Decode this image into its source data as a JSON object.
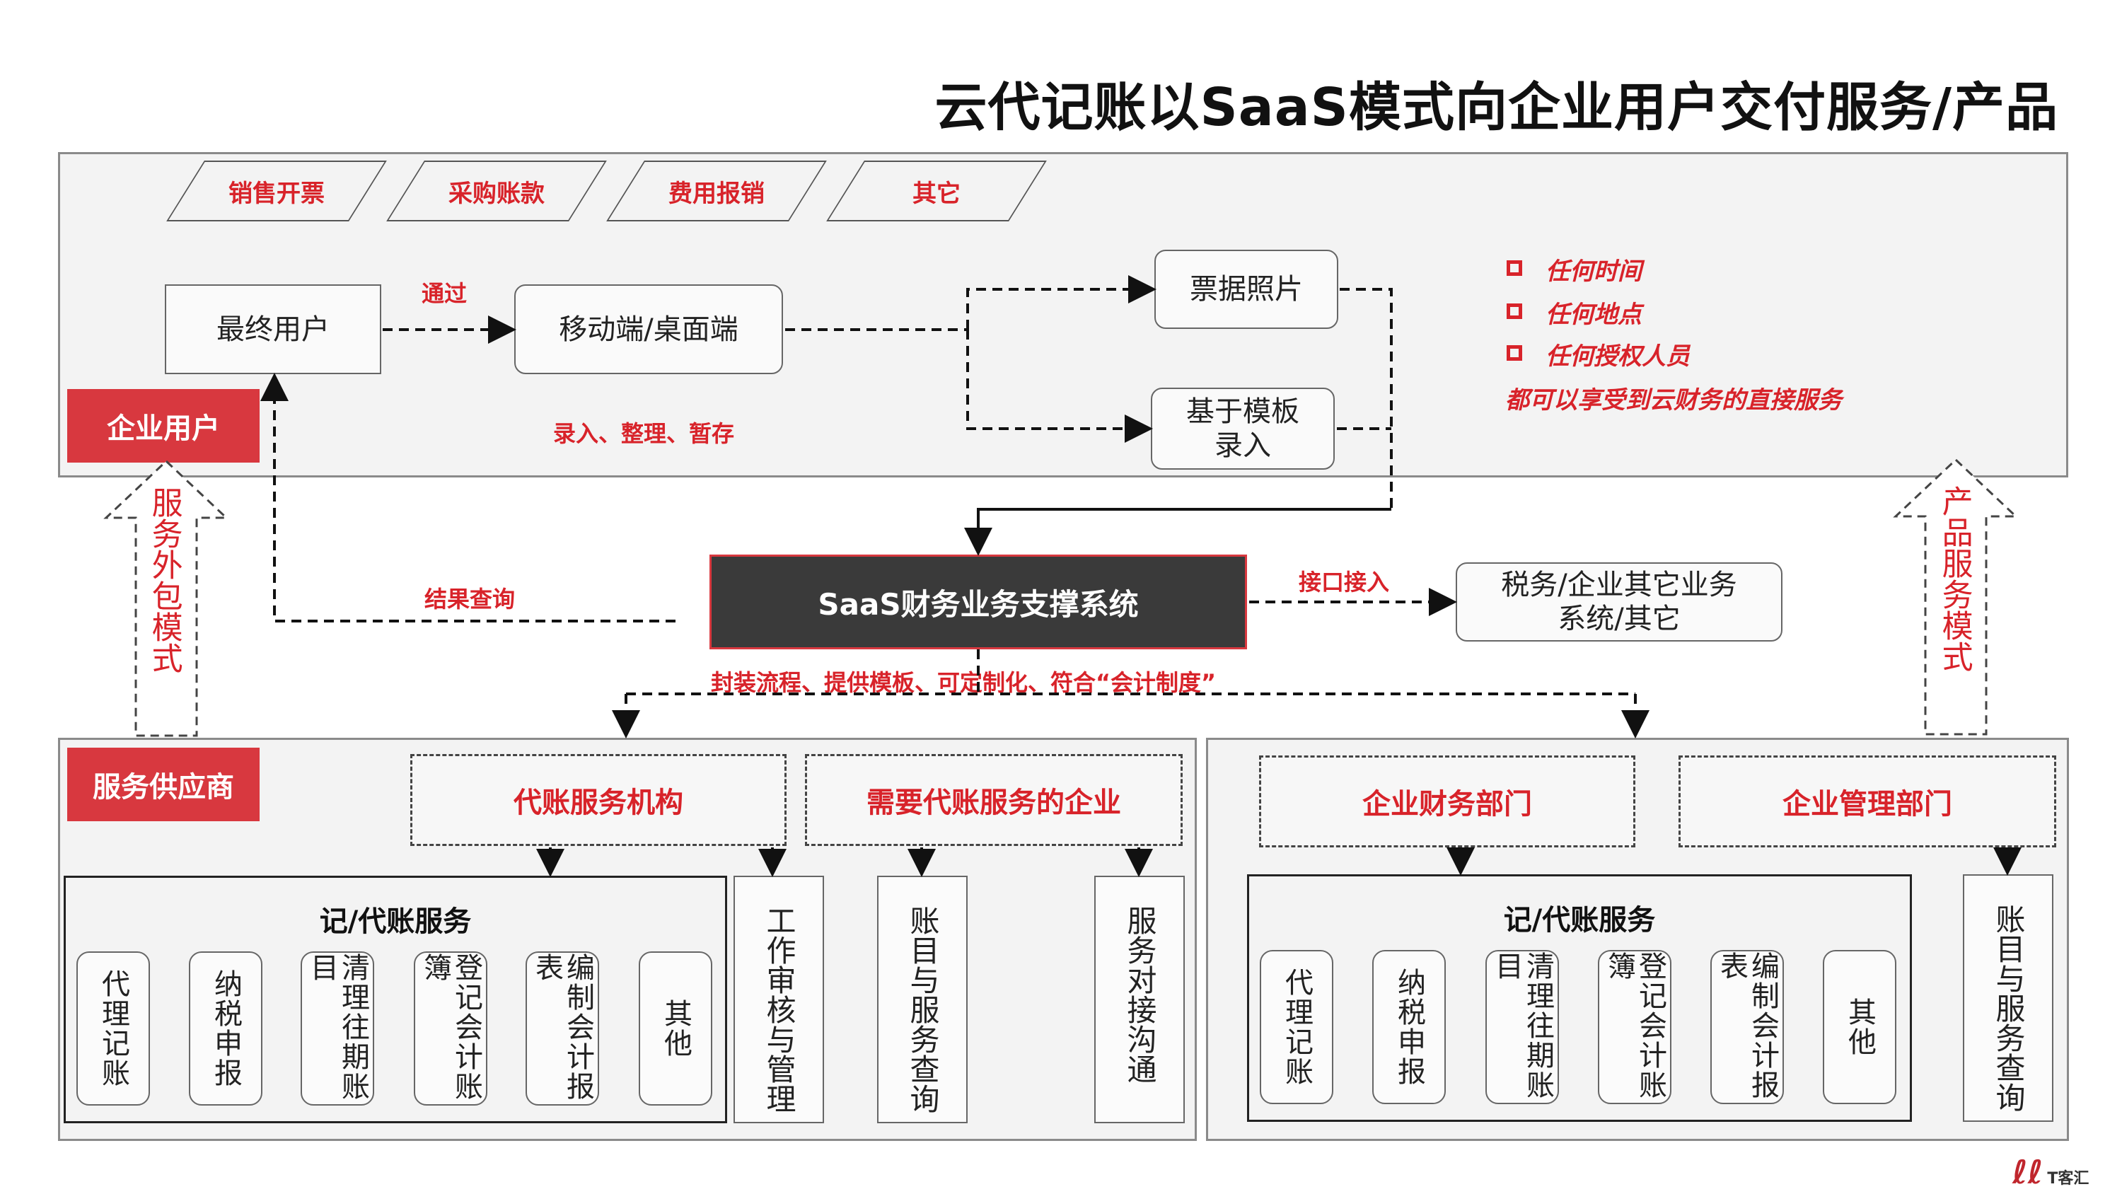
{
  "title": "云代记账以SaaS模式向企业用户交付服务/产品",
  "top_panel": {
    "label": "企业用户",
    "tabs": [
      "销售开票",
      "采购账款",
      "费用报销",
      "其它"
    ],
    "end_user": "最终用户",
    "via_label": "通过",
    "client": "移动端/桌面端",
    "client_note": "录入、整理、暂存",
    "photo": "票据照片",
    "template": "基于模板录入",
    "bullets": [
      "任何时间",
      "任何地点",
      "任何授权人员"
    ],
    "bullet_summary": "都可以享受到云财务的直接服务"
  },
  "middle": {
    "core": "SaaS财务业务支撑系统",
    "result_query": "结果查询",
    "api_label": "接口接入",
    "external": "税务/企业其它业务系统/其它",
    "encapsulate": "封装流程、提供模板、可定制化、符合“会计制度”"
  },
  "side_arrows": {
    "left": "服务外包模式",
    "right": "产品服务模式"
  },
  "bottom_left": {
    "label": "服务供应商",
    "org1": "代账服务机构",
    "org2": "需要代账服务的企业",
    "group_title": "记/代账服务",
    "cards": [
      "代理记账",
      "纳税申报",
      "清理往期账目",
      "登记会计账簿",
      "编制会计报表",
      "其他"
    ],
    "col1": "工作审核与管理",
    "col2": "账目与服务查询",
    "col3": "服务对接沟通"
  },
  "bottom_right": {
    "dept1": "企业财务部门",
    "dept2": "企业管理部门",
    "group_title": "记/代账服务",
    "cards": [
      "代理记账",
      "纳税申报",
      "清理往期账目",
      "登记会计账簿",
      "编制会计报表",
      "其他"
    ],
    "col1": "账目与服务查询"
  },
  "logo": "T客汇",
  "colors": {
    "accent": "#d8383f",
    "dark": "#3a3a3a",
    "panel": "#f3f3f3"
  }
}
